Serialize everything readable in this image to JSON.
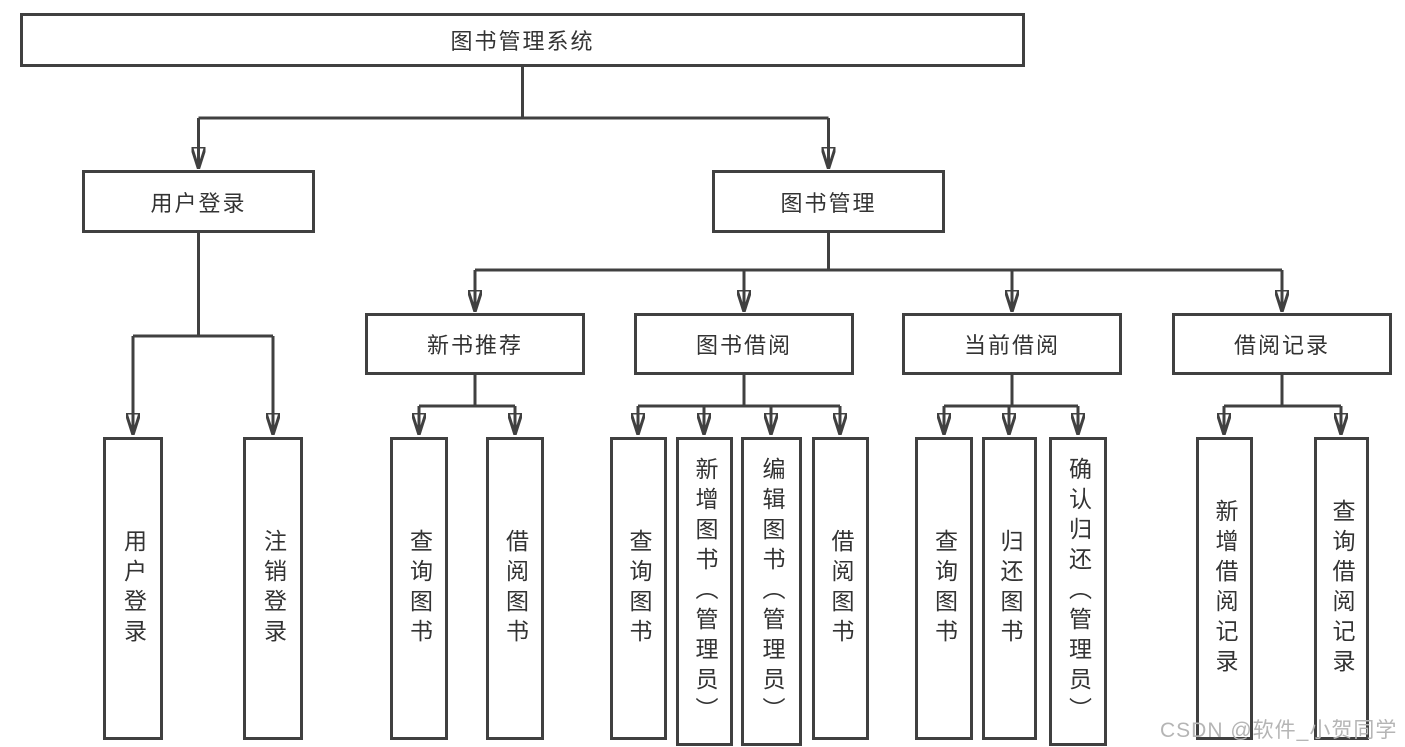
{
  "colors": {
    "background": "#ffffff",
    "box_border": "#404040",
    "connector_line": "#404040",
    "label_text": "#333333",
    "watermark_text": "#b5b5b5"
  },
  "watermark": {
    "text": "CSDN @软件_小贺同学"
  },
  "diagram": {
    "root": {
      "id": "library-management-system",
      "label": "图书管理系统"
    },
    "level2": [
      {
        "id": "user-login",
        "label": "用户登录",
        "parent": "library-management-system"
      },
      {
        "id": "book-management",
        "label": "图书管理",
        "parent": "library-management-system"
      }
    ],
    "level3": [
      {
        "id": "new-book-recommend",
        "label": "新书推荐",
        "parent": "book-management"
      },
      {
        "id": "book-borrowing",
        "label": "图书借阅",
        "parent": "book-management"
      },
      {
        "id": "current-borrowing",
        "label": "当前借阅",
        "parent": "book-management"
      },
      {
        "id": "borrowing-records",
        "label": "借阅记录",
        "parent": "book-management"
      }
    ],
    "leaves": [
      {
        "id": "user-login-leaf",
        "label": "用户登录",
        "parent": "user-login"
      },
      {
        "id": "logout",
        "label": "注销登录",
        "parent": "user-login"
      },
      {
        "id": "query-books-recommend",
        "label": "查询图书",
        "parent": "new-book-recommend"
      },
      {
        "id": "borrow-books-recommend",
        "label": "借阅图书",
        "parent": "new-book-recommend"
      },
      {
        "id": "query-books-borrowing",
        "label": "查询图书",
        "parent": "book-borrowing"
      },
      {
        "id": "add-book-admin",
        "label": "新增图书（管理员）",
        "parent": "book-borrowing"
      },
      {
        "id": "edit-book-admin",
        "label": "编辑图书（管理员）",
        "parent": "book-borrowing"
      },
      {
        "id": "borrow-books-borrowing",
        "label": "借阅图书",
        "parent": "book-borrowing"
      },
      {
        "id": "query-books-current",
        "label": "查询图书",
        "parent": "current-borrowing"
      },
      {
        "id": "return-books",
        "label": "归还图书",
        "parent": "current-borrowing"
      },
      {
        "id": "confirm-return-admin",
        "label": "确认归还（管理员）",
        "parent": "current-borrowing"
      },
      {
        "id": "add-borrow-record",
        "label": "新增借阅记录",
        "parent": "borrowing-records"
      },
      {
        "id": "query-borrow-record",
        "label": "查询借阅记录",
        "parent": "borrowing-records"
      }
    ]
  }
}
